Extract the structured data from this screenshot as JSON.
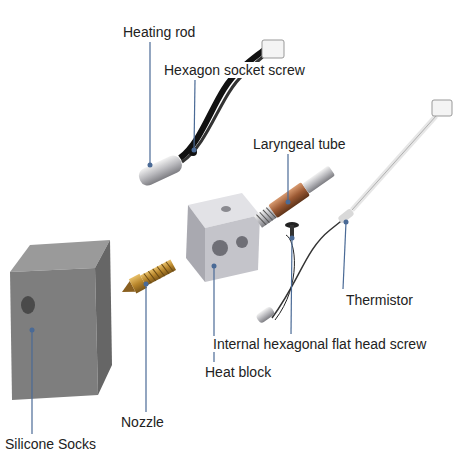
{
  "diagram": {
    "labels": [
      "Heating rod",
      "Hexagon socket screw",
      "Laryngeal tube",
      "Thermistor",
      "Internal hexagonal flat head screw",
      "Heat block",
      "Nozzle",
      "Silicone Socks"
    ]
  }
}
